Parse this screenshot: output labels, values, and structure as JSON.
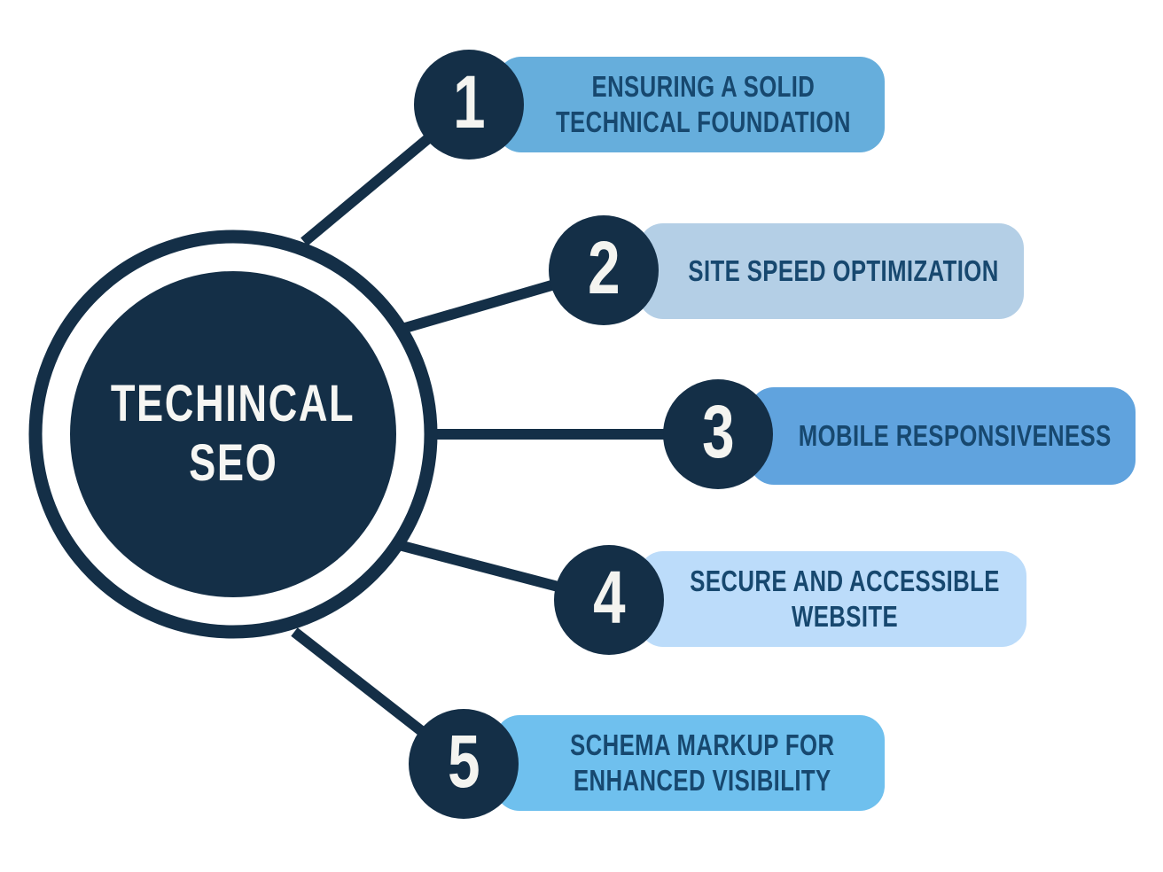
{
  "title": {
    "line1": "TECHINCAL",
    "line2": "SEO"
  },
  "items": [
    {
      "number": "1",
      "label": "ENSURING A SOLID TECHNICAL FOUNDATION",
      "lines": [
        "ENSURING A SOLID",
        "TECHNICAL FOUNDATION"
      ],
      "pill_color": "#66aedc"
    },
    {
      "number": "2",
      "label": "SITE SPEED OPTIMIZATION",
      "lines": [
        "SITE SPEED OPTIMIZATION"
      ],
      "pill_color": "#b4cfe6"
    },
    {
      "number": "3",
      "label": "MOBILE RESPONSIVENESS",
      "lines": [
        "MOBILE RESPONSIVENESS"
      ],
      "pill_color": "#60a3de"
    },
    {
      "number": "4",
      "label": "SECURE AND ACCESSIBLE WEBSITE",
      "lines": [
        "SECURE AND ACCESSIBLE",
        "WEBSITE"
      ],
      "pill_color": "#bcdcfa"
    },
    {
      "number": "5",
      "label": "SCHEMA MARKUP FOR ENHANCED VISIBILITY",
      "lines": [
        "SCHEMA MARKUP FOR",
        "ENHANCED VISIBILITY"
      ],
      "pill_color": "#6fc0ee"
    }
  ],
  "colors": {
    "navy": "#142f47",
    "pill_text": "#17486f",
    "number_text": "#f4f4f0",
    "title_text": "#f6f6f3",
    "background": "#ffffff"
  }
}
